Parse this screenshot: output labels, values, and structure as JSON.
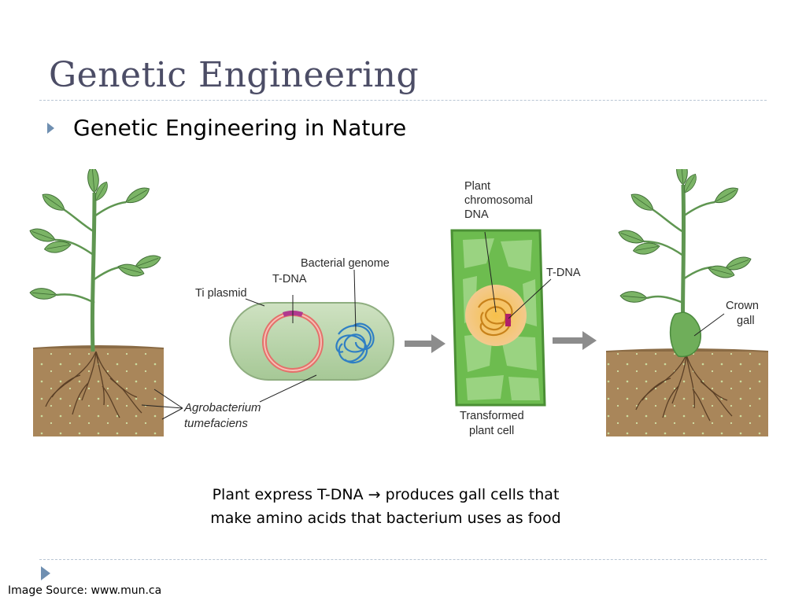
{
  "slide": {
    "title": "Genetic Engineering",
    "bullet": "Genetic Engineering in Nature",
    "caption_line1": "Plant express T-DNA → produces gall cells that",
    "caption_line2": "make amino acids that bacterium uses as food",
    "source": "Image Source: www.mun.ca"
  },
  "diagram": {
    "labels": {
      "ti_plasmid": "Ti plasmid",
      "t_dna_bacterium": "T-DNA",
      "bacterial_genome": "Bacterial genome",
      "agrobacterium_1": "Agrobacterium",
      "agrobacterium_2": "tumefaciens",
      "plant_chromosomal_1": "Plant",
      "plant_chromosomal_2": "chromosomal",
      "plant_chromosomal_3": "DNA",
      "t_dna_cell": "T-DNA",
      "transformed_1": "Transformed",
      "transformed_2": "plant cell",
      "crown_gall_1": "Crown",
      "crown_gall_2": "gall"
    },
    "colors": {
      "title": "#4c4d66",
      "bullet_marker": "#6f8fb1",
      "soil": "#a9865a",
      "plant": "#6ea55c",
      "cell": "#6dbc4f",
      "bacterium": "#b7d3a6",
      "plasmid": "#e4706a",
      "genome": "#2f7fc4",
      "nucleus": "#f0a52b"
    }
  }
}
